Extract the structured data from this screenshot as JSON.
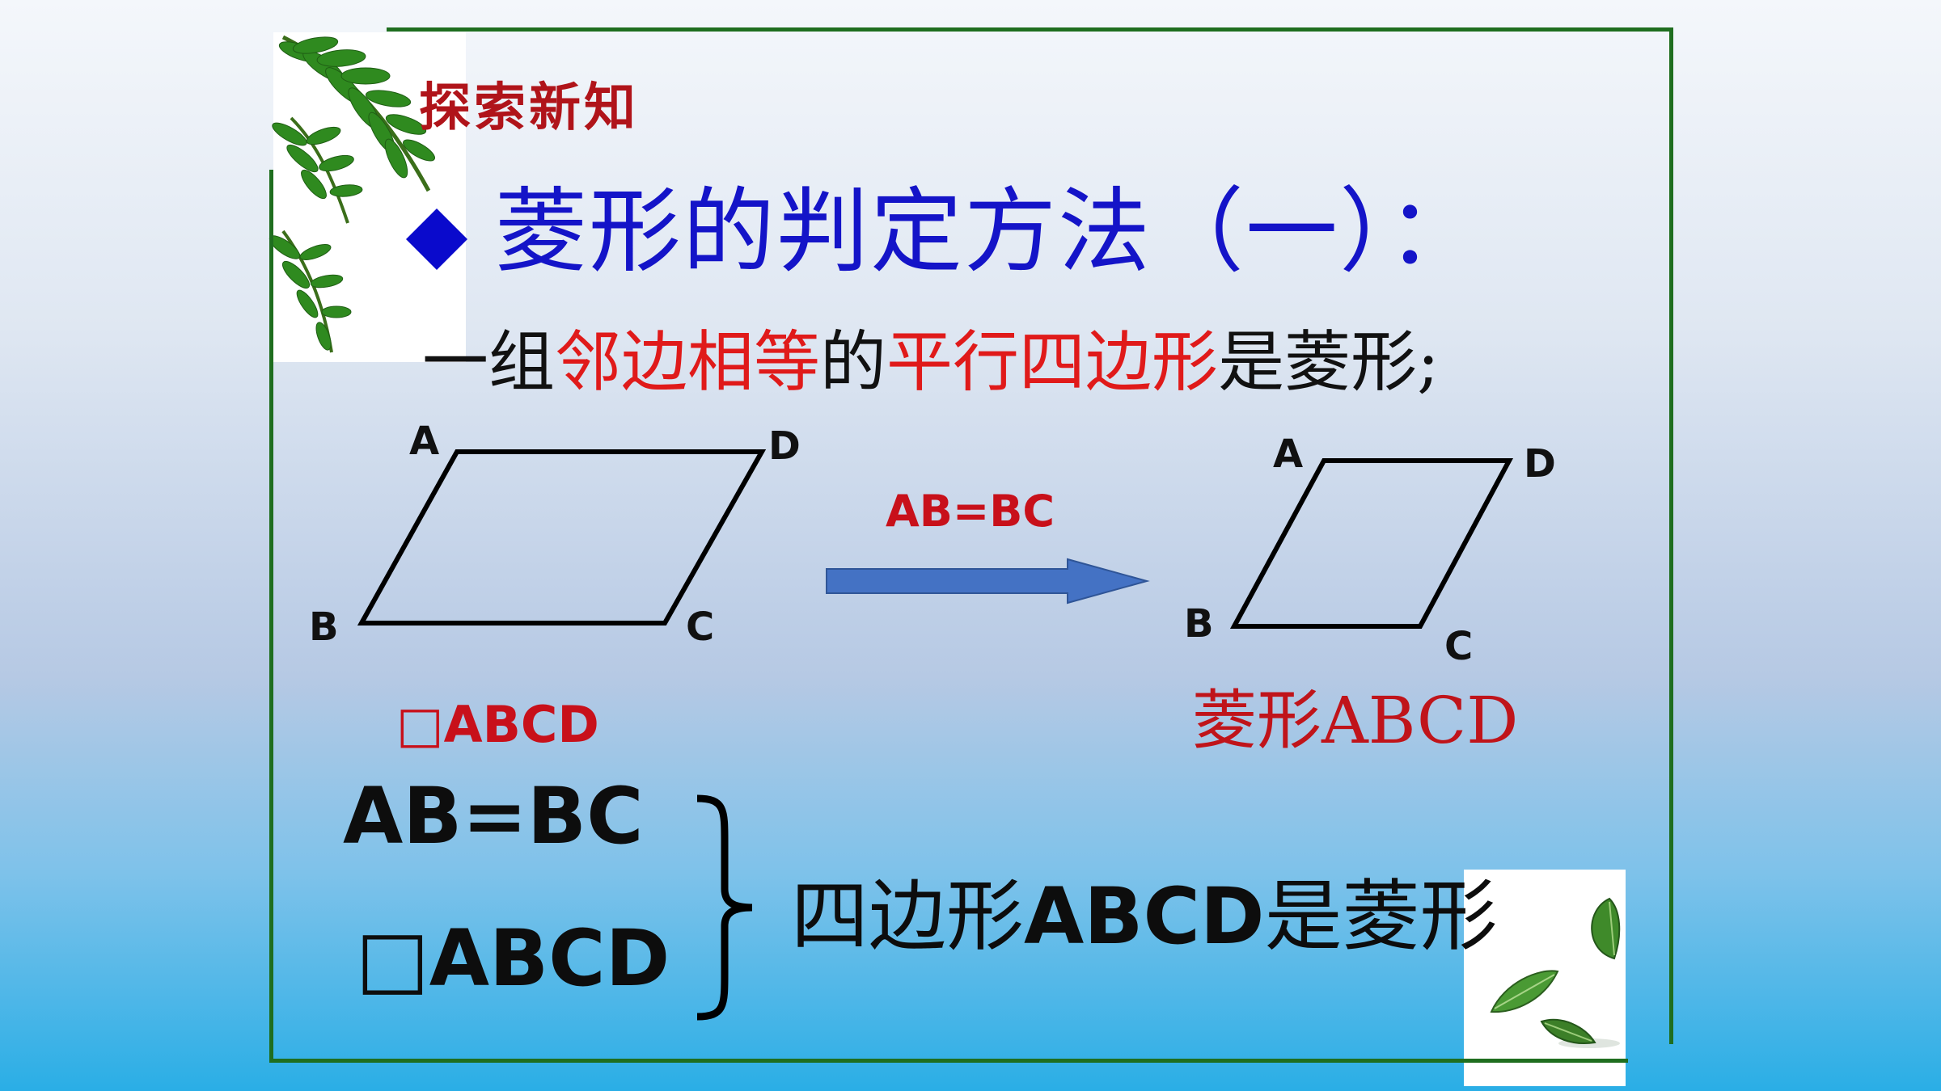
{
  "heading": "探索新知",
  "title": "菱形的判定方法（一）：",
  "definition": {
    "p1": "一组",
    "p2": "邻边相等",
    "p3": "的",
    "p4": "平行四边形",
    "p5": "是菱形;"
  },
  "left_figure": {
    "vertices": {
      "A": "A",
      "B": "B",
      "C": "C",
      "D": "D"
    },
    "label": "□ABCD"
  },
  "arrow_label": "AB=BC",
  "right_figure": {
    "vertices": {
      "A": "A",
      "B": "B",
      "C": "C",
      "D": "D"
    },
    "label": "菱形ABCD"
  },
  "conditions": [
    "AB=BC",
    "□ABCD"
  ],
  "conclusion": {
    "part1": "四边形",
    "part2": "ABCD",
    "part3": "是菱形"
  },
  "colors": {
    "frame": "#1f6e1f",
    "title_blue": "#1414c8",
    "accent_red": "#e01a1a",
    "heading_red": "#b0141a",
    "arrow_blue": "#4472c4"
  },
  "icons": [
    "fern-branch-icon",
    "diamond-bullet-icon",
    "right-arrow-icon",
    "leaf-icon"
  ]
}
